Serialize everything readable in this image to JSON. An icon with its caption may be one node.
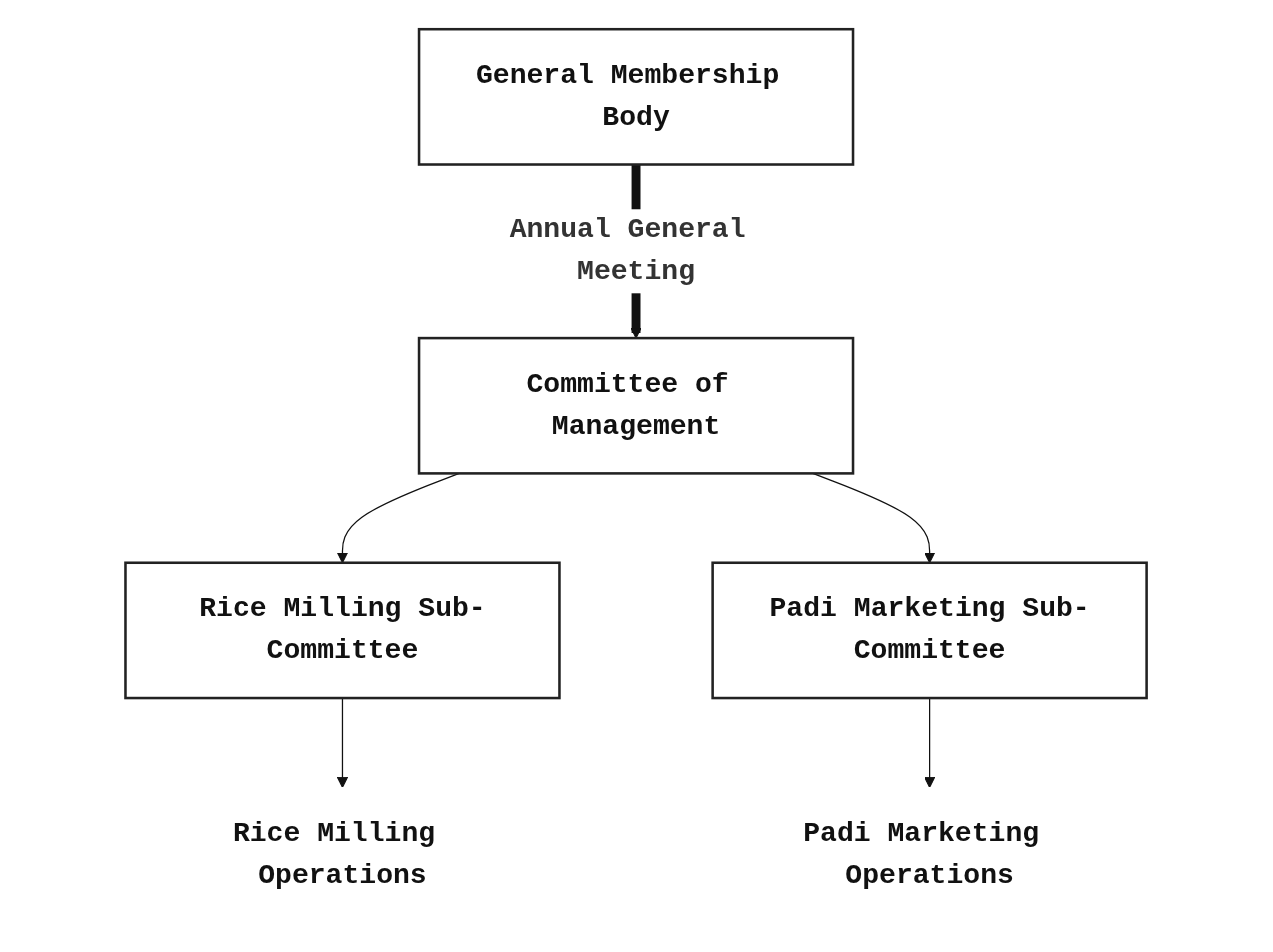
{
  "diagram": {
    "nodes": [
      {
        "text": [
          "General Membership Body"
        ]
      },
      {
        "text": [
          "Committee of Management"
        ]
      },
      {
        "text": [
          "Rice Milling Sub-Committee"
        ]
      },
      {
        "text": [
          "Padi Marketing Sub-Committee"
        ]
      },
      {
        "text": [
          "Rice Milling Operations"
        ]
      },
      {
        "text": [
          "Padi Marketing Operations"
        ]
      }
    ],
    "edges": [
      {
        "from": 0,
        "to": 1,
        "arrow": "to",
        "style": "thick",
        "label": "Annual General Meeting"
      },
      {
        "from": 1,
        "to": 2,
        "arrow": "to"
      },
      {
        "from": 1,
        "to": 3,
        "arrow": "to"
      },
      {
        "from": 2,
        "to": 4,
        "arrow": "to"
      },
      {
        "from": 3,
        "to": 5,
        "arrow": "to"
      }
    ]
  }
}
